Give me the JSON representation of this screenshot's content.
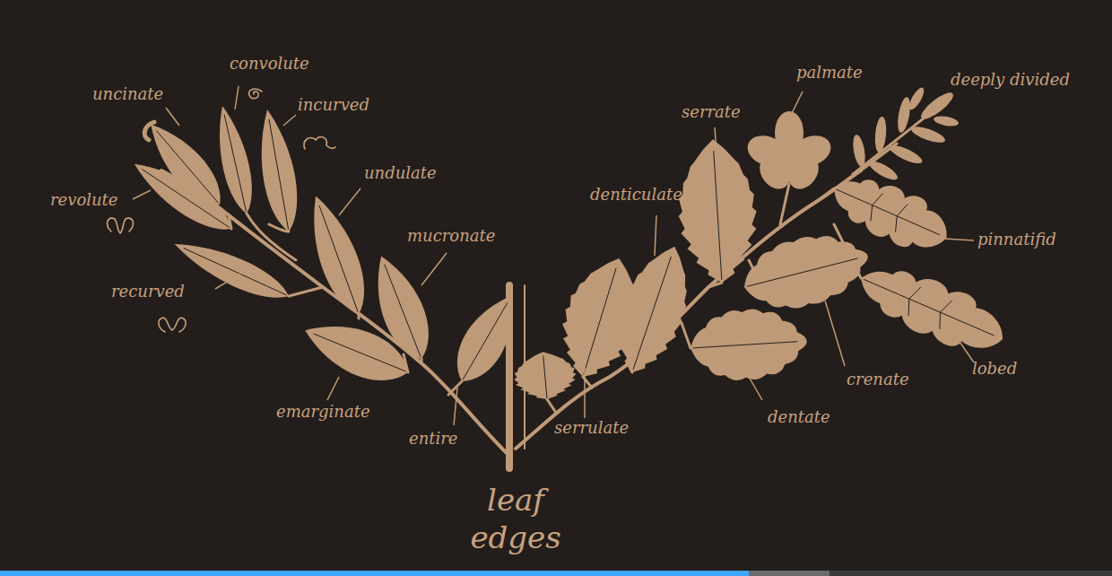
{
  "diagram": {
    "title": "leaf edges",
    "labels": [
      "uncinate",
      "convolute",
      "incurved",
      "revolute",
      "undulate",
      "mucronate",
      "recurved",
      "emarginate",
      "entire",
      "serrulate",
      "denticulate",
      "serrate",
      "palmate",
      "deeply divided",
      "pinnatifid",
      "crenate",
      "dentate",
      "lobed"
    ]
  }
}
